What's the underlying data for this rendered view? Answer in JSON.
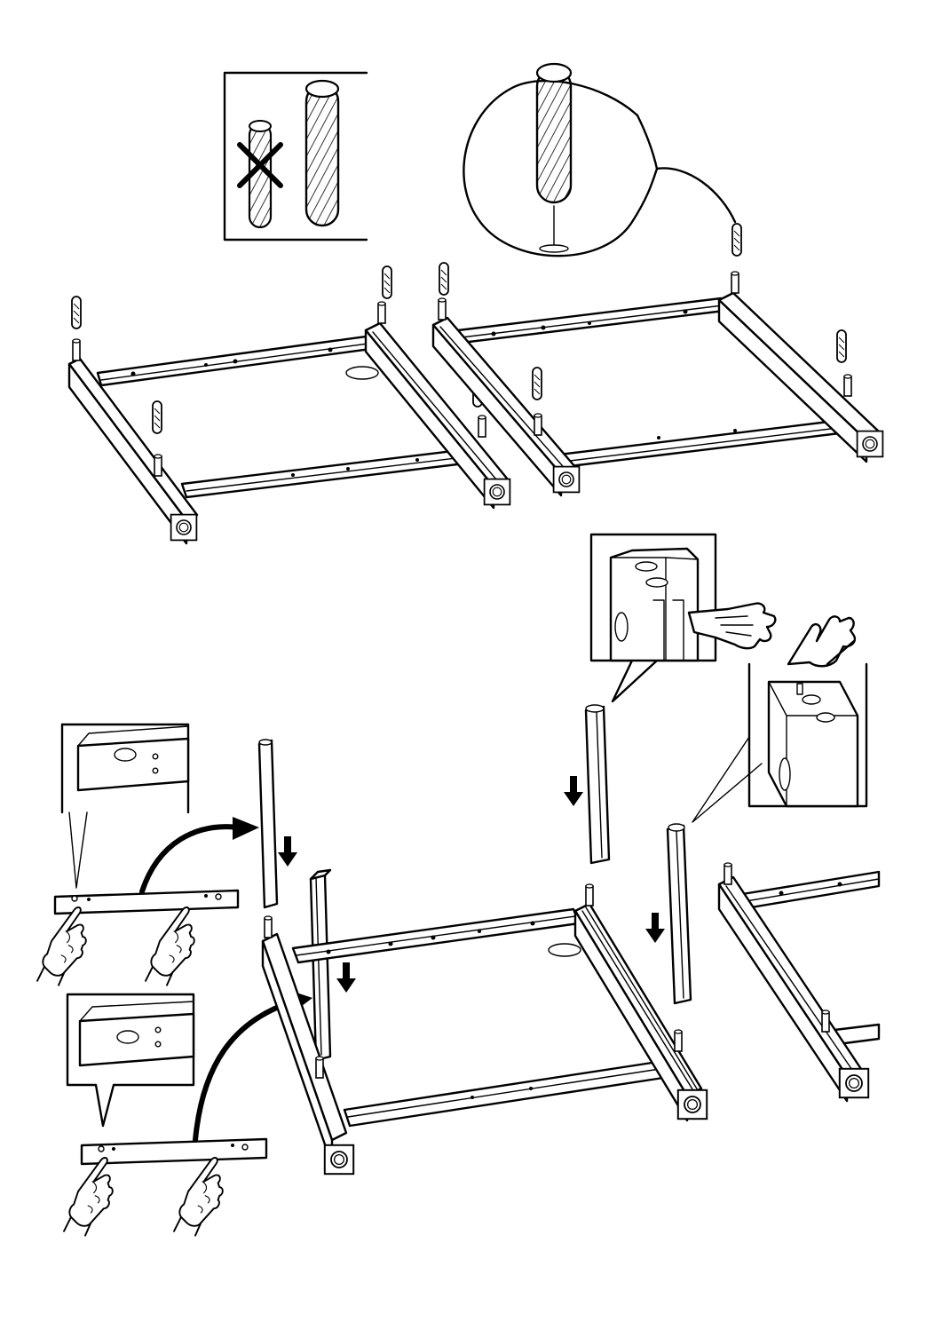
{
  "figure": {
    "kind": "assembly-instruction-illustration",
    "colors": {
      "ink": "#000000",
      "paper": "#ffffff"
    },
    "panels": [
      {
        "name": "step-insert-dowels",
        "icons": [
          "dowel-icon",
          "wrong-dowel-cross-icon",
          "magnifier-callout"
        ]
      },
      {
        "name": "step-attach-uprights",
        "icons": [
          "pointing-hand-icon",
          "down-arrow-icon",
          "curved-arrow-icon",
          "detail-callout"
        ]
      }
    ]
  }
}
